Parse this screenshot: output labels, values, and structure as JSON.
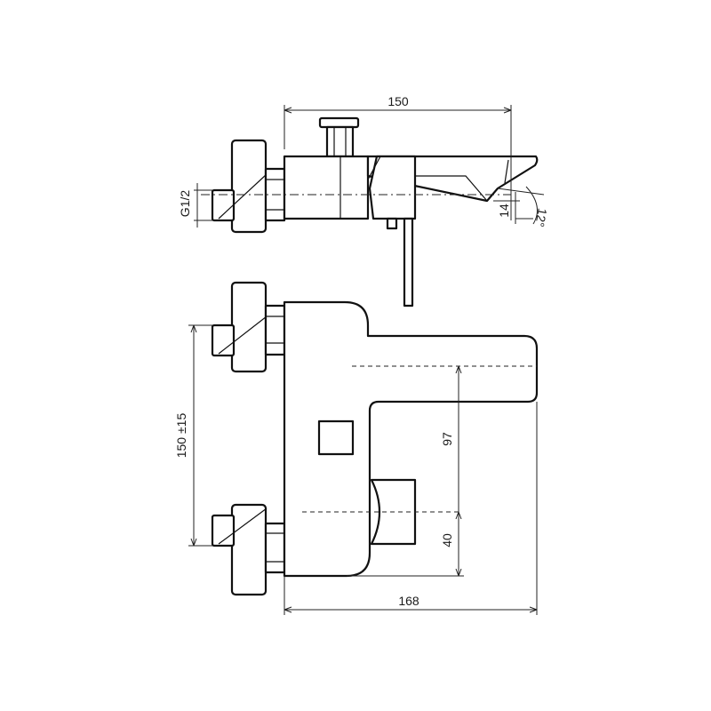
{
  "dimensions": {
    "top_width": "150",
    "connection_thread": "G1/2",
    "spout_height": "14",
    "spout_angle": "12°",
    "center_distance": "150 ±15",
    "height_97": "97",
    "height_40": "40",
    "bottom_width": "168"
  }
}
